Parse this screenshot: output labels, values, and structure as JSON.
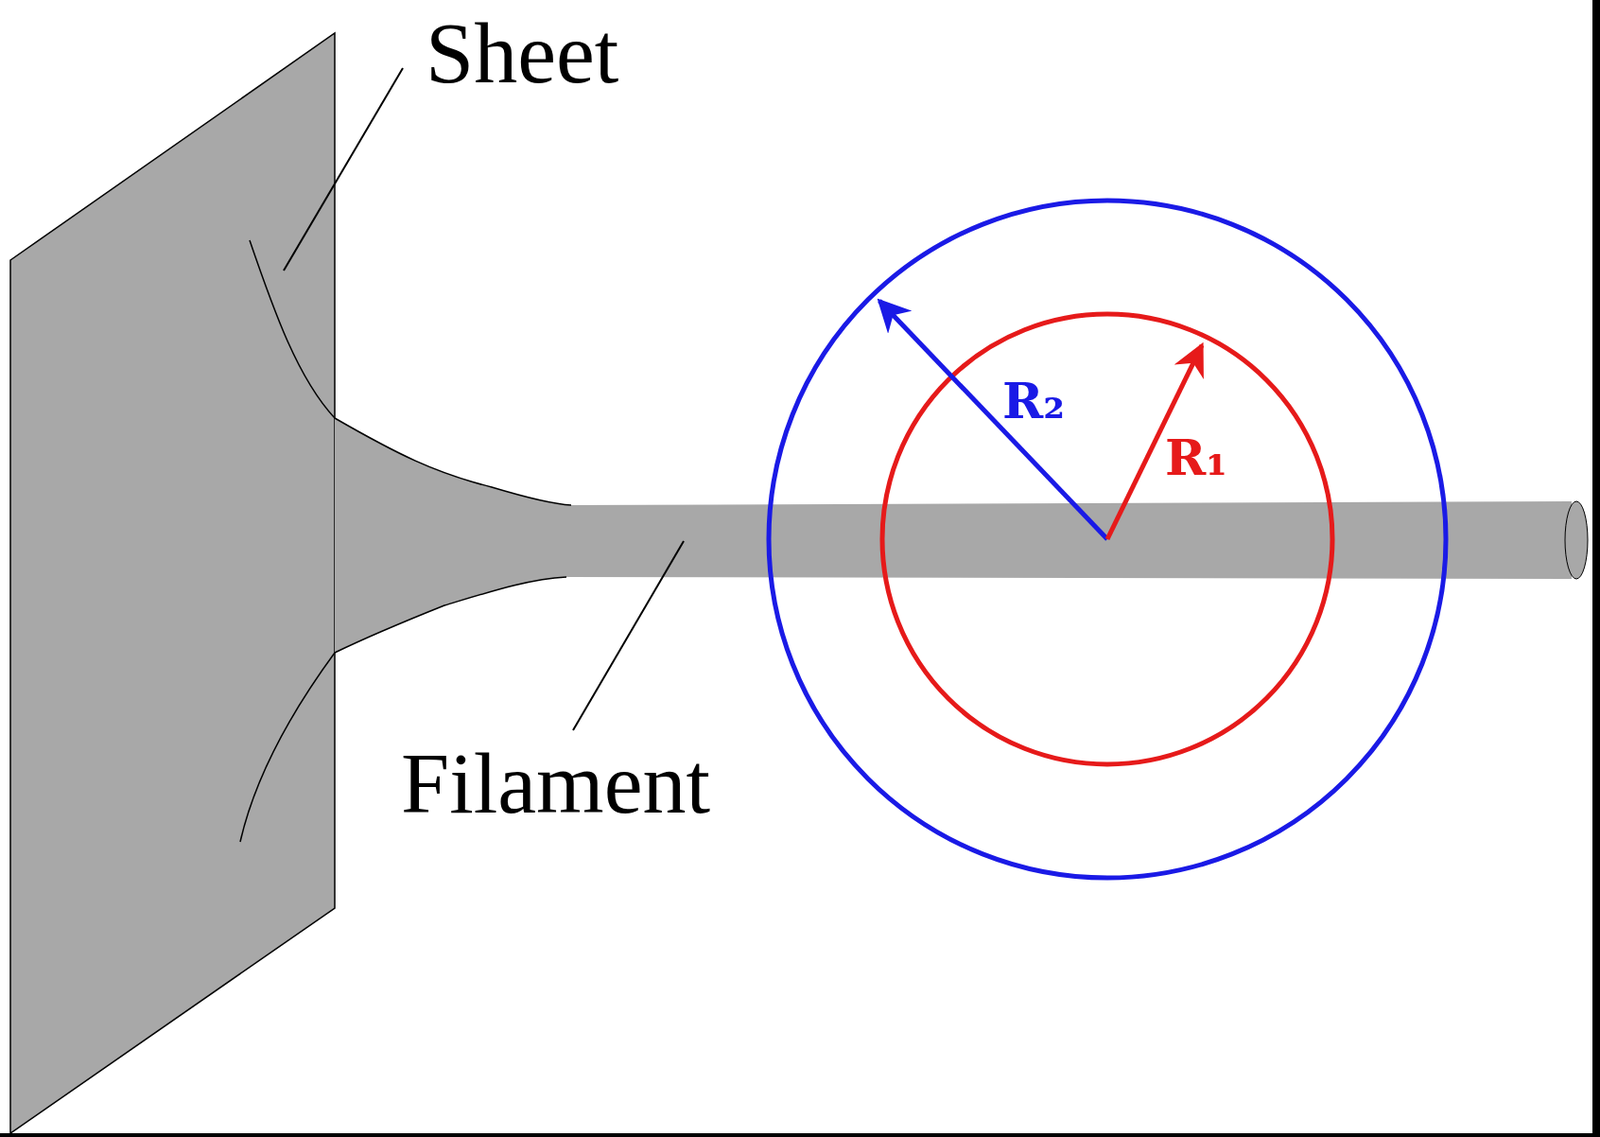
{
  "diagram": {
    "labels": [
      "Sheet",
      "Filament",
      "R₂",
      "R₁"
    ]
  }
}
